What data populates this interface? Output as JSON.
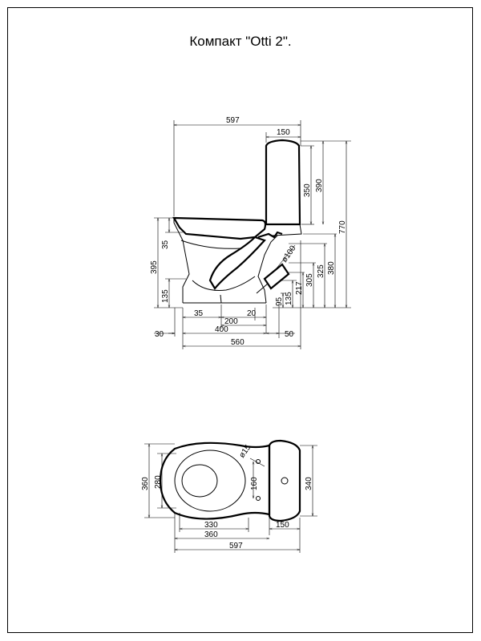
{
  "title": "Компакт \"Otti 2\".",
  "side_view": {
    "dims": {
      "total_width": "597",
      "tank_depth": "150",
      "tank_height": "350",
      "tank_top_height": "390",
      "total_height": "770",
      "rim_35": "35",
      "seat_height": "395",
      "outlet_height": "135",
      "pipe_diameter": "ø100",
      "h_217": "217",
      "h_305": "305",
      "h_325": "325",
      "h_380": "380",
      "h_95": "95",
      "h_135r": "135",
      "base_35": "35",
      "base_20": "20",
      "base_200": "200",
      "base_400": "400",
      "left_30": "30",
      "right_50": "50",
      "base_560": "560"
    }
  },
  "top_view": {
    "dims": {
      "bowl_width": "360",
      "bowl_inner": "280",
      "hole_diameter": "ø15",
      "hole_spacing": "160",
      "tank_width": "340",
      "length_330": "330",
      "length_360": "360",
      "tank_depth": "150",
      "total_length": "597"
    }
  }
}
